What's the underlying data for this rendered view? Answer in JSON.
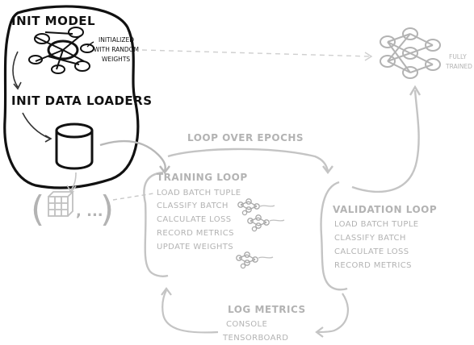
{
  "init_model": {
    "title": "INIT MODEL",
    "note_line1": "INITIALIZED",
    "note_line2": "WITH RANDOM",
    "note_line3": "WEIGHTS"
  },
  "init_data_loaders": {
    "title": "INIT DATA LOADERS"
  },
  "tuple": {
    "open": "(",
    "dots": ", ...",
    "close": ")"
  },
  "loop_over_epochs": "LOOP OVER EPOCHS",
  "fully_trained": {
    "line1": "FULLY",
    "line2": "TRAINED"
  },
  "training_loop": {
    "title": "TRAINING LOOP",
    "steps": [
      "LOAD BATCH TUPLE",
      "CLASSIFY BATCH",
      "CALCULATE LOSS",
      "RECORD METRICS",
      "UPDATE WEIGHTS"
    ]
  },
  "validation_loop": {
    "title": "VALIDATION LOOP",
    "steps": [
      "LOAD BATCH TUPLE",
      "CLASSIFY BATCH",
      "CALCULATE LOSS",
      "RECORD METRICS"
    ]
  },
  "log_metrics": {
    "title": "LOG METRICS",
    "items": [
      "CONSOLE",
      "TENSORBOARD"
    ]
  },
  "colors": {
    "ink": "#111111",
    "faded": "#b3b3b3",
    "background": "#ffffff"
  }
}
